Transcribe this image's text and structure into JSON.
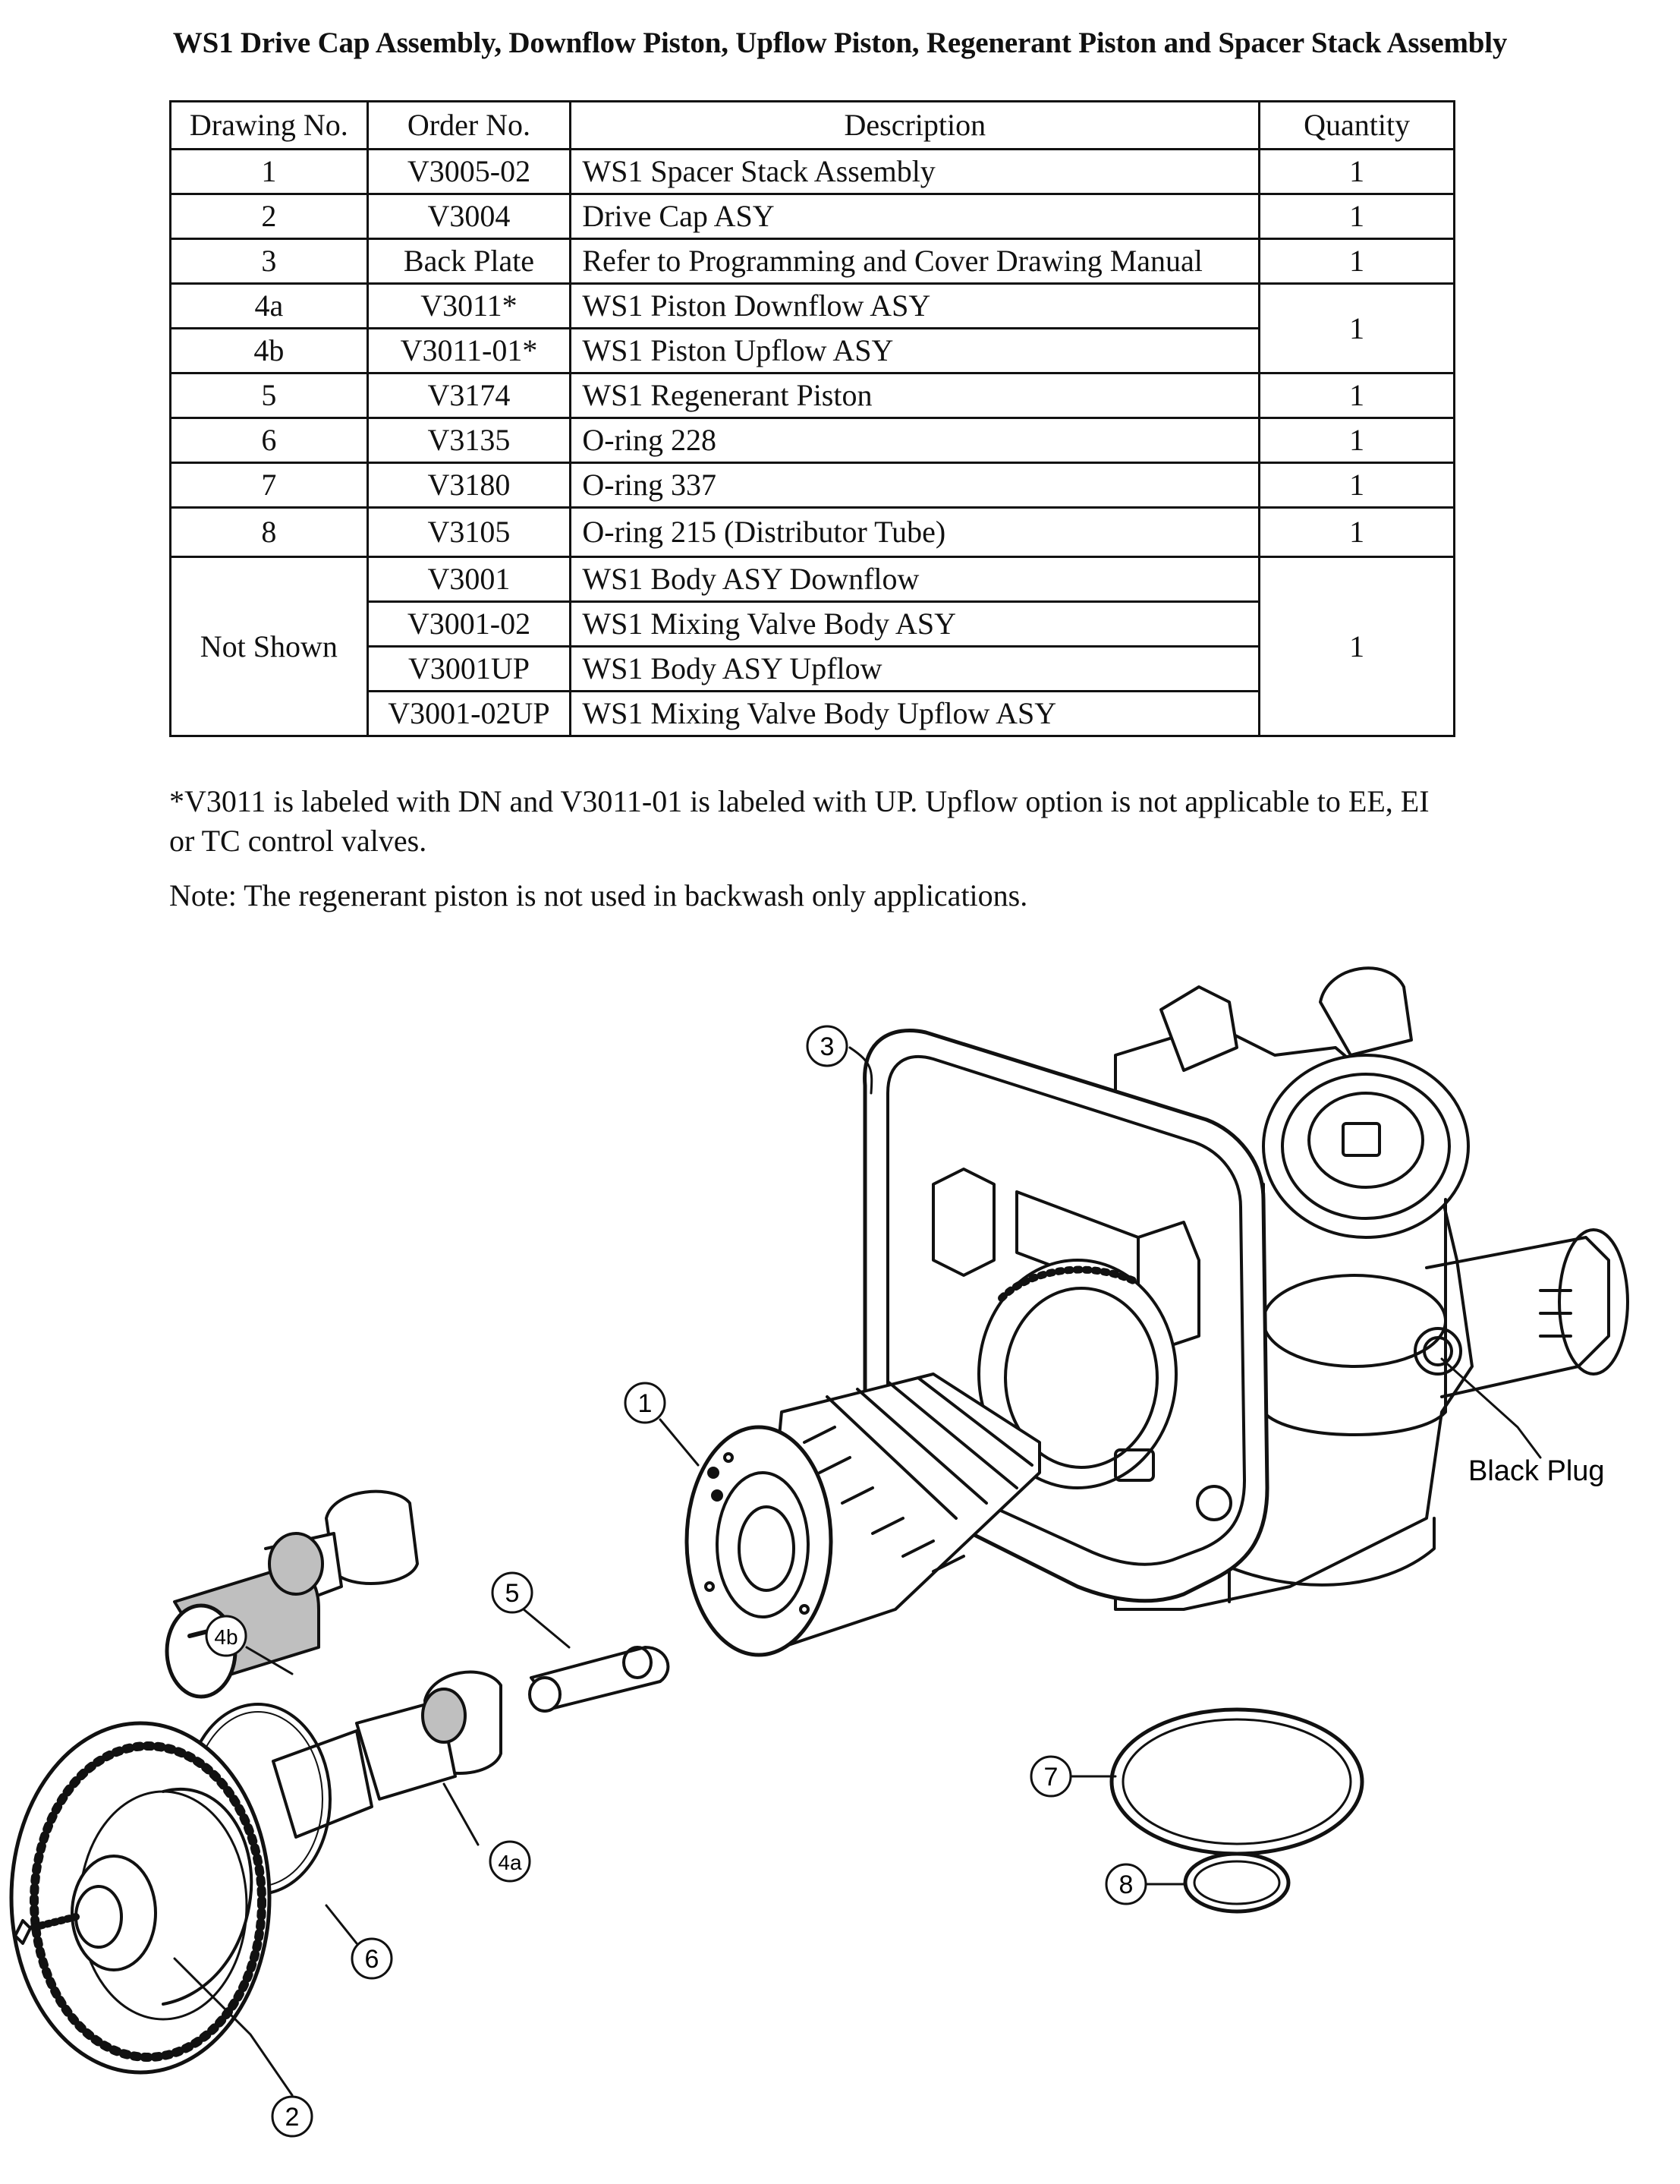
{
  "title": "WS1 Drive Cap Assembly, Downflow Piston, Upflow Piston, Regenerant Piston and Spacer Stack Assembly",
  "table": {
    "headers": {
      "drawing_no": "Drawing No.",
      "order_no": "Order No.",
      "description": "Description",
      "quantity": "Quantity"
    },
    "rows": [
      {
        "drawing": "1",
        "order": "V3005-02",
        "desc": "WS1 Spacer Stack Assembly",
        "qty": "1"
      },
      {
        "drawing": "2",
        "order": "V3004",
        "desc": "Drive Cap ASY",
        "qty": "1"
      },
      {
        "drawing": "3",
        "order": "Back Plate",
        "desc": "Refer to Programming and Cover Drawing Manual",
        "qty": "1"
      },
      {
        "drawing": "4a",
        "order": "V3011*",
        "desc": "WS1 Piston Downflow ASY",
        "qty": "1"
      },
      {
        "drawing": "4b",
        "order": "V3011-01*",
        "desc": "WS1 Piston Upflow ASY"
      },
      {
        "drawing": "5",
        "order": "V3174",
        "desc": "WS1 Regenerant Piston",
        "qty": "1"
      },
      {
        "drawing": "6",
        "order": "V3135",
        "desc": "O-ring 228",
        "qty": "1"
      },
      {
        "drawing": "7",
        "order": "V3180",
        "desc": "O-ring 337",
        "qty": "1"
      },
      {
        "drawing": "8",
        "order": "V3105",
        "desc": "O-ring 215 (Distributor Tube)",
        "qty": "1"
      },
      {
        "drawing": "Not Shown",
        "order": "V3001",
        "desc": "WS1 Body ASY Downflow",
        "qty": "1"
      },
      {
        "order": "V3001-02",
        "desc": "WS1 Mixing Valve Body ASY"
      },
      {
        "order": "V3001UP",
        "desc": "WS1 Body ASY Upflow"
      },
      {
        "order": "V3001-02UP",
        "desc": "WS1 Mixing Valve Body Upflow ASY"
      }
    ]
  },
  "footnote": "*V3011 is labeled with DN and V3011-01 is labeled with UP. Upflow option is not applicable to EE, EI or TC control valves.",
  "note": "Note: The regenerant piston is not used in backwash only applications.",
  "diagram": {
    "callouts": {
      "c1": "1",
      "c2": "2",
      "c3": "3",
      "c4a": "4a",
      "c4b": "4b",
      "c5": "5",
      "c6": "6",
      "c7": "7",
      "c8": "8"
    },
    "black_plug_label": "Black Plug"
  }
}
